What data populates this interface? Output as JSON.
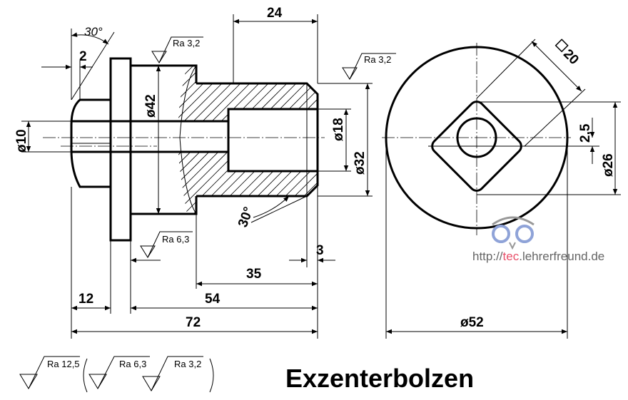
{
  "title": "Exzenterbolzen",
  "watermark": {
    "prefix": "http://",
    "accent": "tec",
    "suffix": ".lehrerfreund.de",
    "accent_color": "#e8506a"
  },
  "dimensions": {
    "d24": "24",
    "angle_top": "30°",
    "d2": "2",
    "phi10": "ø10",
    "phi42": "ø42",
    "phi18": "ø18",
    "phi32": "ø32",
    "angle_bottom": "30°",
    "d3": "3",
    "d35": "35",
    "d54": "54",
    "d12": "12",
    "d72": "72",
    "phi52": "ø52",
    "phi26": "ø26",
    "d2_5": "2,5",
    "square20": "20"
  },
  "roughness": {
    "top": "Ra 3,2",
    "right": "Ra 3,2",
    "flange": "Ra 6,3",
    "legend": [
      "Ra 12,5",
      "Ra 6,3",
      "Ra 3,2"
    ]
  }
}
